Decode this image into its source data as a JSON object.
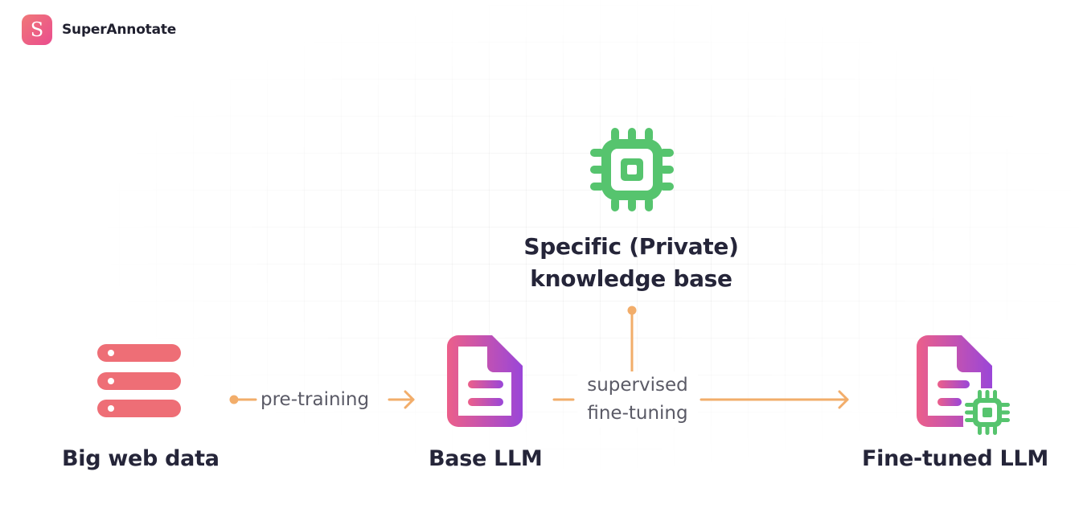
{
  "brand": {
    "logo_letter": "S",
    "name": "SuperAnnotate"
  },
  "diagram": {
    "nodes": [
      {
        "id": "big-web-data",
        "label": "Big web data",
        "icon": "server-stack-icon"
      },
      {
        "id": "base-llm",
        "label": "Base LLM",
        "icon": "document-icon"
      },
      {
        "id": "knowledge-base",
        "label_line1": "Specific (Private)",
        "label_line2": "knowledge base",
        "icon": "chip-icon"
      },
      {
        "id": "fine-tuned-llm",
        "label": "Fine-tuned LLM",
        "icon": "document-chip-icon"
      }
    ],
    "edges": [
      {
        "from": "big-web-data",
        "to": "base-llm",
        "label": "pre-training"
      },
      {
        "from": "base-llm",
        "to": "fine-tuned-llm",
        "label_line1": "supervised",
        "label_line2": "fine-tuning"
      },
      {
        "from": "knowledge-base",
        "to": "fine-tuning-edge",
        "label": ""
      }
    ]
  },
  "colors": {
    "server": "#ee6e76",
    "doc_from": "#ec5f8a",
    "doc_to": "#9a46d8",
    "chip": "#56c46e",
    "arrow": "#f2ad6a",
    "label_text": "#252539",
    "edge_text": "#5a5a66"
  }
}
